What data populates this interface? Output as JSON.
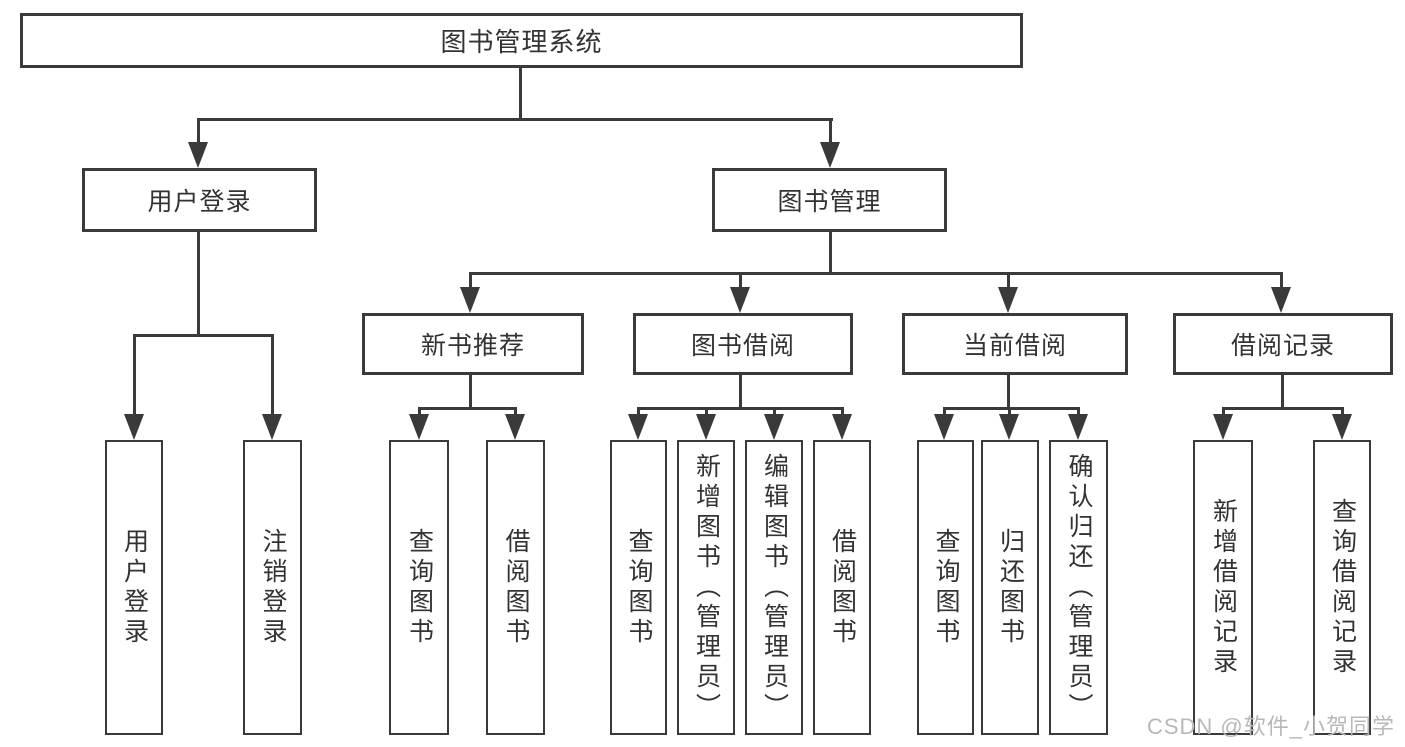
{
  "diagram_type": "hierarchy-tree",
  "colors": {
    "line": "#3a3a3a",
    "text": "#333333",
    "watermark": "#b8b8b8",
    "background": "#ffffff"
  },
  "tree": {
    "label": "图书管理系统",
    "children": [
      {
        "label": "用户登录",
        "children": [
          {
            "label": "用户登录"
          },
          {
            "label": "注销登录"
          }
        ]
      },
      {
        "label": "图书管理",
        "children": [
          {
            "label": "新书推荐",
            "children": [
              {
                "label": "查询图书"
              },
              {
                "label": "借阅图书"
              }
            ]
          },
          {
            "label": "图书借阅",
            "children": [
              {
                "label": "查询图书"
              },
              {
                "label": "新增图书（管理员）"
              },
              {
                "label": "编辑图书（管理员）"
              },
              {
                "label": "借阅图书"
              }
            ]
          },
          {
            "label": "当前借阅",
            "children": [
              {
                "label": "查询图书"
              },
              {
                "label": "归还图书"
              },
              {
                "label": "确认归还（管理员）"
              }
            ]
          },
          {
            "label": "借阅记录",
            "children": [
              {
                "label": "新增借阅记录"
              },
              {
                "label": "查询借阅记录"
              }
            ]
          }
        ]
      }
    ]
  },
  "watermark": {
    "text": "CSDN @软件_小贺同学"
  }
}
